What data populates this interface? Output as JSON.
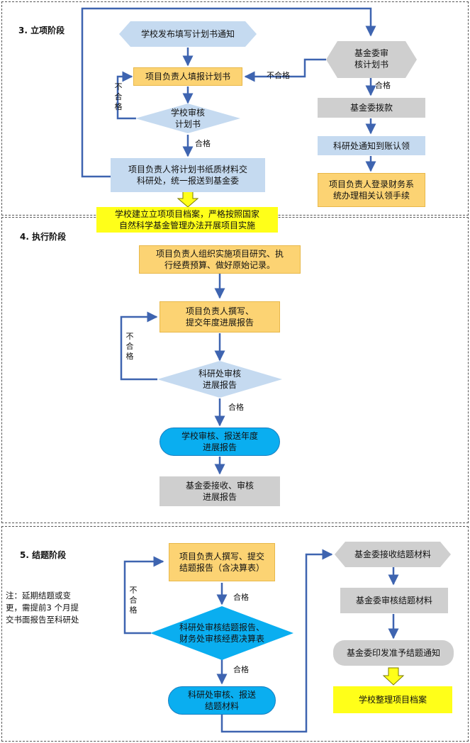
{
  "sections": {
    "s3": "3. 立项阶段",
    "s4": "4. 执行阶段",
    "s5": "5. 结题阶段"
  },
  "stage3": {
    "notice": "学校发布填写计划书通知",
    "fill_plan": "项目负责人填报计划书",
    "school_review": "学校审核\n计划书",
    "submit_paper": "项目负责人将计划书纸质材料交\n科研处，统一报送到基金委",
    "fund_review": "基金委审\n核计划书",
    "fund_allocate": "基金委拨款",
    "arrival_notice": "科研处通知到账认领",
    "finance_login": "项目负责人登录财务系\n统办理相关认领手续",
    "archive_start": "学校建立立项项目档案，严格按照国家\n自然科学基金管理办法开展项目实施",
    "fail1": "不\n合\n格",
    "fail2": "不合格",
    "pass1": "合格",
    "pass2": "合格"
  },
  "stage4": {
    "implement": "项目负责人组织实施项目研究、执\n行经费预算、做好原始记录。",
    "write_report": "项目负责人撰写、\n提交年度进展报告",
    "review_report": "科研处审核\n进展报告",
    "school_submit": "学校审核、报送年度\n进展报告",
    "fund_receive": "基金委接收、审核\n进展报告",
    "fail": "不\n合\n格",
    "pass": "合格"
  },
  "stage5": {
    "write_final": "项目负责人撰写、提交\n结题报告（含决算表）",
    "review_final": "科研处审核结题报告、\n财务处审核经费决算表",
    "submit_final": "科研处审核、报送\n结题材料",
    "fund_receive": "基金委接收结题材料",
    "fund_review": "基金委审核结题材料",
    "fund_approve": "基金委印发准予结题通知",
    "archive": "学校整理项目档案",
    "note": "注：延期结题或变\n更，需提前3 个月提\n交书面报告至科研处",
    "fail": "不\n合\n格",
    "pass1": "合格",
    "pass2": "合格"
  },
  "colors": {
    "arrow": "#3e64b0",
    "orange": "#fcd373",
    "blue_fill": "#c5daf0",
    "gray_fill": "#cfcfcf",
    "yellow": "#ffff19",
    "cyan": "#0aaef0"
  }
}
